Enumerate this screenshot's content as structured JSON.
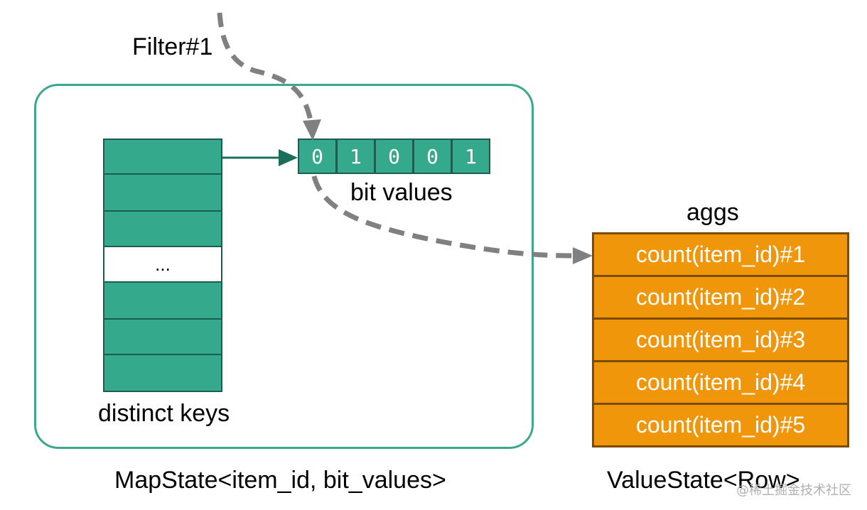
{
  "filter_label": "Filter#1",
  "map_state": {
    "label": "MapState<item_id, bit_values>",
    "keys_label": "distinct keys",
    "key_rows": [
      "",
      "",
      "",
      "...",
      "",
      "",
      ""
    ],
    "bits_label": "bit values",
    "bits": [
      "0",
      "1",
      "0",
      "0",
      "1"
    ]
  },
  "value_state": {
    "label": "ValueState<Row>",
    "aggs_label": "aggs",
    "aggs": [
      "count(item_id)#1",
      "count(item_id)#2",
      "count(item_id)#3",
      "count(item_id)#4",
      "count(item_id)#5"
    ]
  },
  "watermark": "@稀土掘金技术社区",
  "colors": {
    "container_border": "#3aa78e",
    "cell_green": "#34a98b",
    "cell_border": "#1b5e4e",
    "agg_orange": "#f0960a",
    "dashed_arrow": "#808080"
  }
}
